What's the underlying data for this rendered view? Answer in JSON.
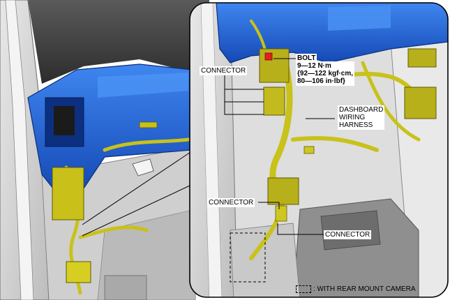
{
  "labels": {
    "bolt": {
      "title": "BOLT",
      "spec": "9—12 N·m\n{92—122 kgf·cm,\n80—106 in·lbf}"
    },
    "connector_top": "CONNECTOR",
    "dashboard_harness": "DASHBOARD\nWIRING\nHARNESS",
    "connector_left": "CONNECTOR",
    "connector_right": "CONNECTOR"
  },
  "legend": {
    "text": ": WITH REAR MOUNT CAMERA"
  },
  "colors": {
    "harness": "#c8c21a",
    "dashboard": "#1a5fd0",
    "bolt_marker": "#e0201e",
    "background_grey": "#d8d8d8",
    "outline": "#000000"
  }
}
